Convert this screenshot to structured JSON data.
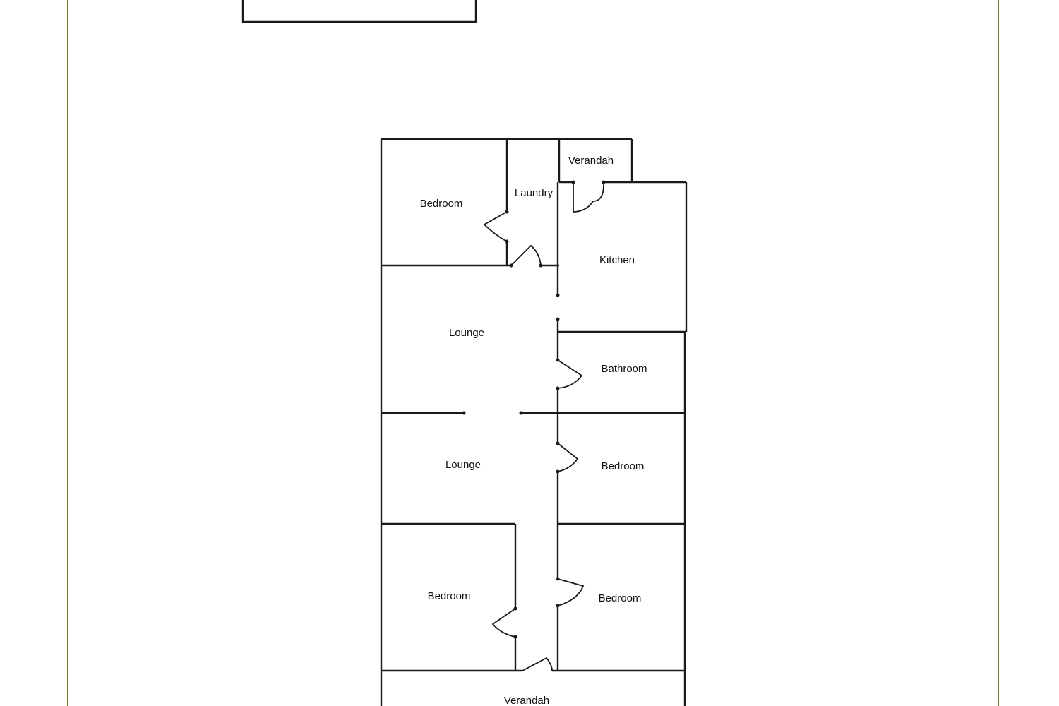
{
  "colors": {
    "boundary": "#6b8530",
    "walls": "#1a1a1a",
    "background": "#ffffff"
  },
  "rooms": {
    "bedroom_north": "Bedroom",
    "laundry": "Laundry",
    "verandah_back": "Verandah",
    "kitchen": "Kitchen",
    "lounge_upper": "Lounge",
    "bathroom": "Bathroom",
    "lounge_lower": "Lounge",
    "bedroom_east_mid": "Bedroom",
    "bedroom_southwest": "Bedroom",
    "bedroom_southeast": "Bedroom",
    "verandah_front": "Verandah"
  }
}
